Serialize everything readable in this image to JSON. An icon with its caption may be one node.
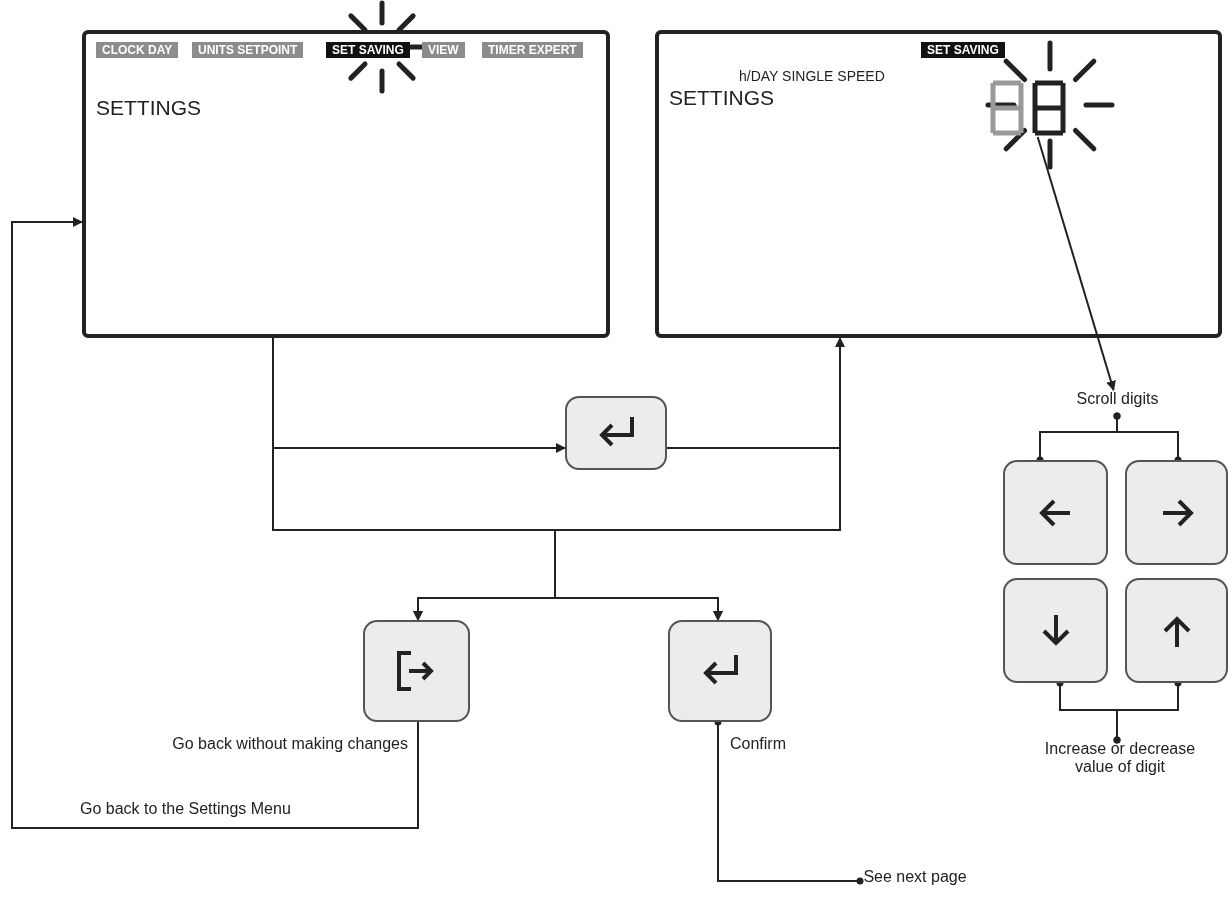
{
  "diagram": {
    "nodes": [
      {
        "text": [
          "CLOCK DAY",
          "UNITS SETPOINT",
          "SET SAVING",
          "VIEW",
          "TIMER EXPERT",
          "SETTINGS"
        ]
      },
      {
        "text": [
          "SET SAVING",
          "h/DAY SINGLE SPEED",
          "SETTINGS"
        ]
      },
      {
        "text": [],
        "shape": "box",
        "in": 1
      },
      {
        "text": [],
        "shape": "box"
      },
      {
        "text": [],
        "shape": "box",
        "beside": [
          "Go back without making changes"
        ]
      },
      {
        "text": [],
        "shape": "box",
        "beside": [
          "Confirm"
        ]
      },
      {
        "text": [
          "Scroll digits"
        ]
      },
      {
        "text": [],
        "shape": "box"
      },
      {
        "text": [],
        "shape": "box"
      },
      {
        "text": [],
        "shape": "box"
      },
      {
        "text": [],
        "shape": "box"
      },
      {
        "text": [
          "Increase or decrease value of digit"
        ]
      },
      {
        "text": [
          "See next page"
        ]
      }
    ],
    "edges": [
      {
        "from": 0,
        "to": 3,
        "arrow": "to"
      },
      {
        "from": 3,
        "to": 1,
        "arrow": "to"
      },
      {
        "from": 0,
        "to": 4,
        "arrow": "to"
      },
      {
        "from": 0,
        "to": 5,
        "arrow": "to"
      },
      {
        "from": 1,
        "to": 4,
        "arrow": "to"
      },
      {
        "from": 1,
        "to": 5,
        "arrow": "to"
      },
      {
        "from": 2,
        "to": 6,
        "arrow": "to"
      },
      {
        "from": 6,
        "to": 7,
        "arrow": "other"
      },
      {
        "from": 6,
        "to": 8,
        "arrow": "other"
      },
      {
        "from": 9,
        "to": 11,
        "arrow": "other"
      },
      {
        "from": 10,
        "to": 11,
        "arrow": "other"
      },
      {
        "from": 4,
        "to": 0,
        "arrow": "to",
        "label": "Go back to the Settings Menu"
      },
      {
        "from": 5,
        "to": 12,
        "arrow": "other"
      }
    ]
  }
}
